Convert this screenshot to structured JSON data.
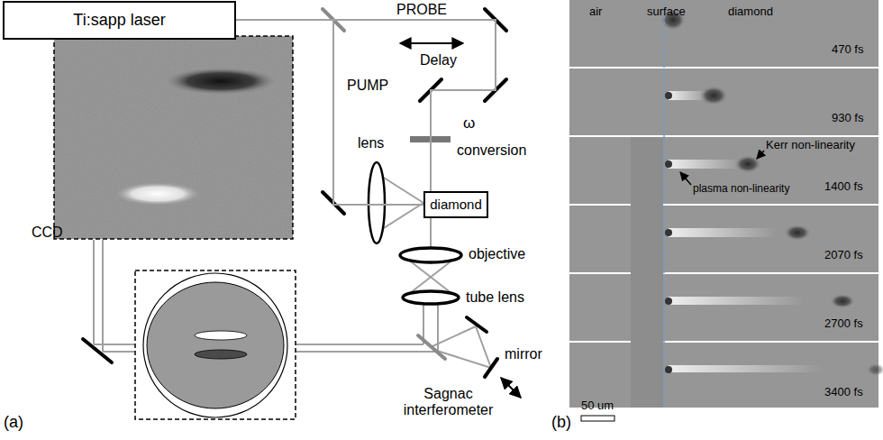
{
  "diagram": {
    "nodes": [
      {
        "text": [
          "Ti:sapp laser"
        ]
      },
      {
        "text": [
          "diamond"
        ]
      }
    ],
    "edges": [
      {
        "from": 0,
        "to": 1,
        "arrow": "none"
      },
      {
        "from": 0,
        "to": 1,
        "arrow": "none"
      }
    ],
    "labels": [
      "PROBE",
      "Delay",
      "PUMP",
      "ω",
      "conversion",
      "lens",
      "CCD",
      "objective",
      "tube lens",
      "mirror",
      "Sagnac interferometer",
      "(a)",
      "air",
      "surface",
      "diamond",
      "470 fs",
      "930 fs",
      "1400 fs",
      "2070 fs",
      "2700 fs",
      "3400 fs",
      "Kerr non-linearity",
      "plasma non-linearity",
      "50 um",
      "(b)"
    ]
  }
}
